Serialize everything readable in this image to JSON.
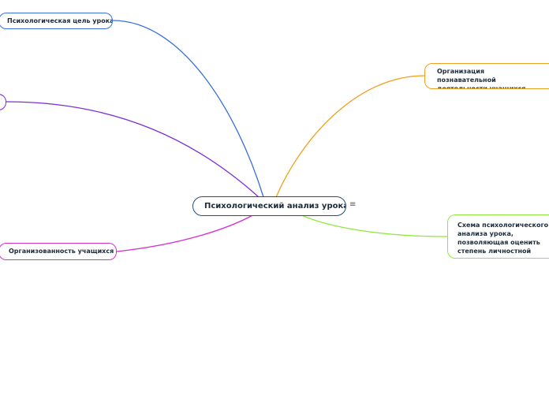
{
  "center": {
    "label": "Психологический анализ урока",
    "color": "#2a4a7a"
  },
  "branches": [
    {
      "id": "goal",
      "label": "Психологическая цель урока",
      "color": "#3b6fd8"
    },
    {
      "id": "unnamed",
      "label": "",
      "color": "#7d2ed8"
    },
    {
      "id": "org",
      "label": "Организованность учащихся",
      "color": "#d62fd0"
    },
    {
      "id": "cognitive",
      "label": "Организация познавательной деятельности учащихся",
      "color": "#f0a020"
    },
    {
      "id": "scheme",
      "label": "Схема психологического анализа урока, позволяющая оценить степень личностной ориентированности на ученика",
      "color": "#8de83a"
    }
  ],
  "menu_icon": "hamburger-menu-icon"
}
